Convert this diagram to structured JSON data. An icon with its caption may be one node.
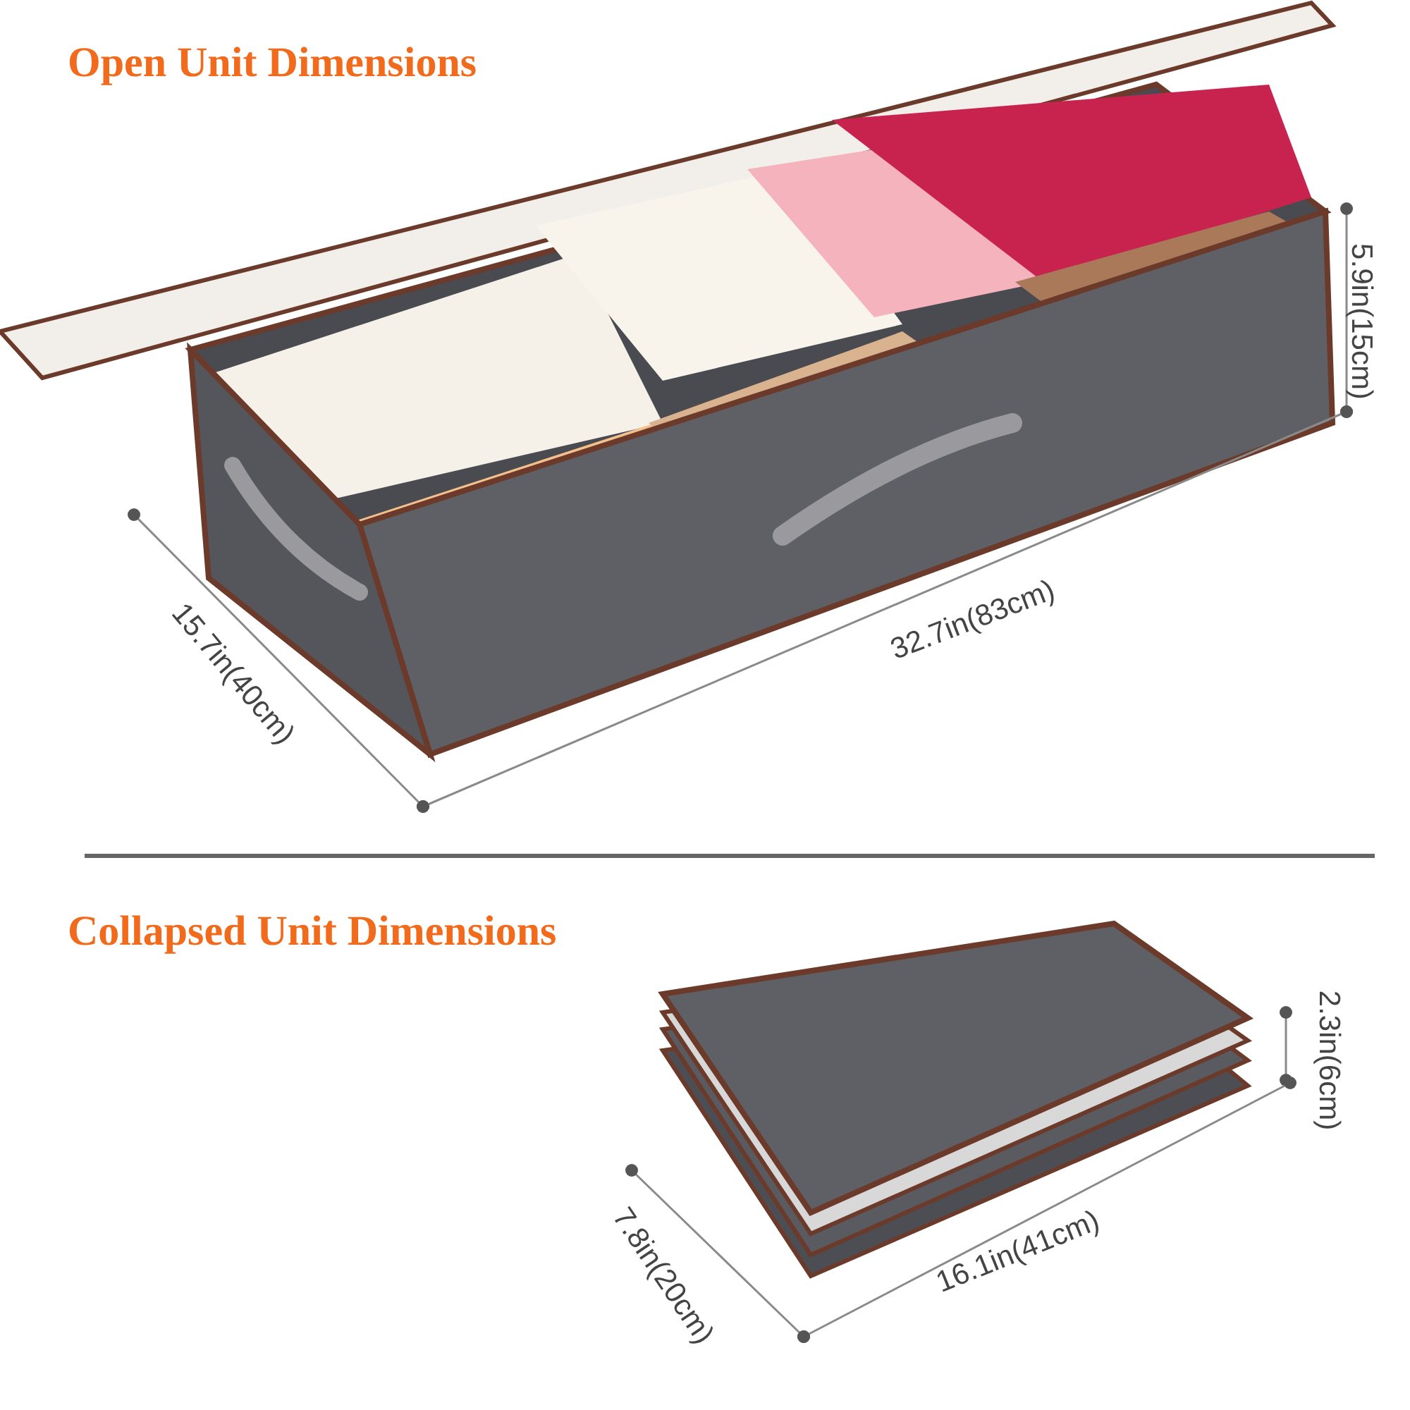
{
  "diagram": {
    "labels": [
      "Open Unit Dimensions",
      "5.9in(15cm)",
      "15.7in(40cm)",
      "32.7in(83cm)",
      "Collapsed Unit Dimensions",
      "2.3in(6cm)",
      "7.8in(20cm)",
      "16.1in(41cm)"
    ]
  }
}
